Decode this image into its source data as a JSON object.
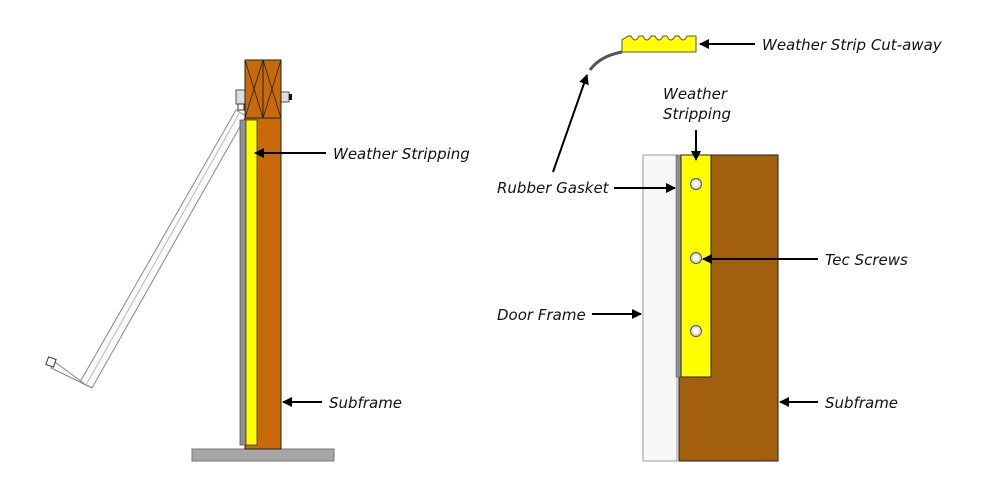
{
  "colors": {
    "subframe_left": "#c8690a",
    "subframe_right": "#a3600c",
    "weather_strip": "#ffff00",
    "gasket": "#8f8f8f",
    "door_frame": "#f7f7f7",
    "base_plate": "#a6a6a6",
    "outline": "#222222"
  },
  "left_diagram": {
    "labels": {
      "weather_stripping": "Weather Stripping",
      "subframe": "Subframe"
    }
  },
  "right_diagram": {
    "labels": {
      "weather_strip_cutaway": "Weather Strip Cut-away",
      "weather_stripping_line1": "Weather",
      "weather_stripping_line2": "Stripping",
      "rubber_gasket": "Rubber Gasket",
      "tec_screws": "Tec Screws",
      "door_frame": "Door Frame",
      "subframe": "Subframe"
    }
  }
}
